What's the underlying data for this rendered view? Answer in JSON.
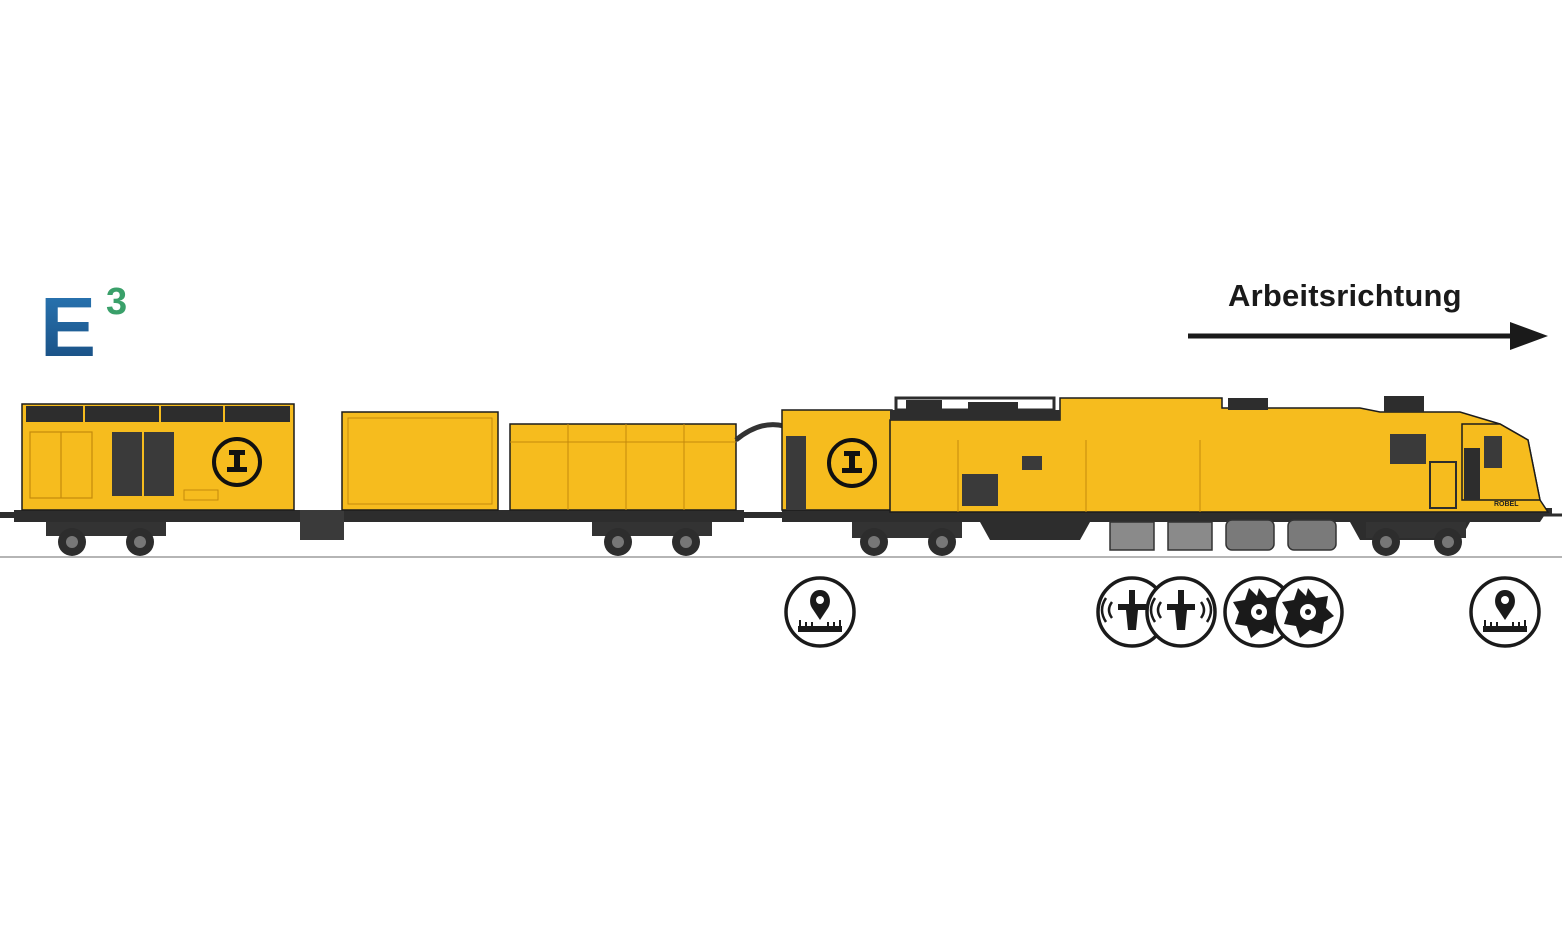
{
  "logo": {
    "letter": "E",
    "superscript": "3"
  },
  "direction": {
    "label": "Arbeitsrichtung"
  },
  "maker_mark": "ROBEL",
  "colors": {
    "body_yellow": "#f6bc1e",
    "body_shadow": "#e3a712",
    "chassis": "#2d2d2d",
    "outline": "#1c1c1c",
    "logo_blue": "#1f5f97",
    "logo_green": "#3aa06a",
    "rail": "#9a9a9a"
  },
  "icons": [
    {
      "name": "measurement-icon"
    },
    {
      "name": "tamping-unit-icon"
    },
    {
      "name": "tamping-unit-icon"
    },
    {
      "name": "milling-unit-icon"
    },
    {
      "name": "milling-unit-icon"
    },
    {
      "name": "measurement-icon"
    }
  ]
}
